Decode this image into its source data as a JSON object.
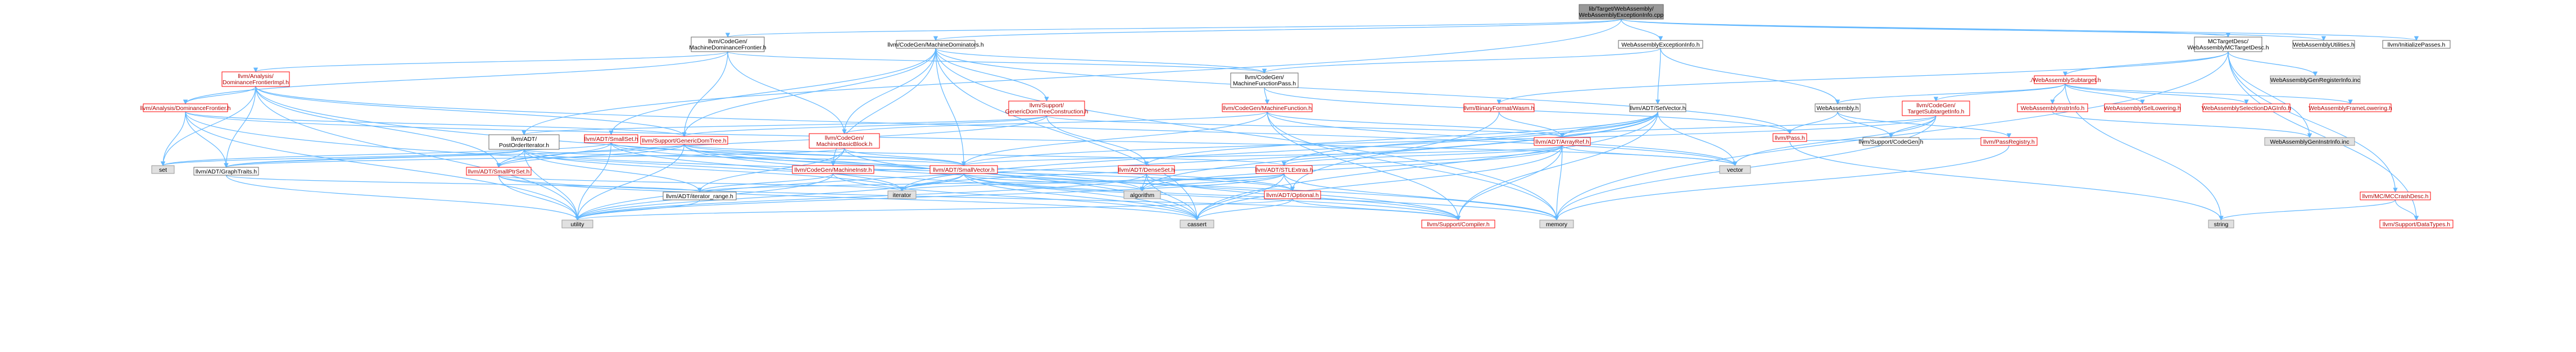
{
  "root": "lib/Target/WebAssembly/WebAssemblyExceptionInfo.cpp",
  "nodes": [
    {
      "id": "root",
      "label": "lib/Target/WebAssembly/WebAssemblyExceptionInfo.cpp",
      "kind": "root"
    },
    {
      "id": "cgmdf",
      "label": "llvm/CodeGen/MachineDominanceFrontier.h",
      "kind": "black"
    },
    {
      "id": "cgmdom",
      "label": "llvm/CodeGen/MachineDominators.h",
      "kind": "black"
    },
    {
      "id": "waei",
      "label": "WebAssemblyExceptionInfo.h",
      "kind": "black"
    },
    {
      "id": "mctd",
      "label": "MCTargetDesc/WebAssemblyMCTargetDesc.h",
      "kind": "black"
    },
    {
      "id": "wautil",
      "label": "WebAssemblyUtilities.h",
      "kind": "black"
    },
    {
      "id": "initp",
      "label": "llvm/InitializePasses.h",
      "kind": "black"
    },
    {
      "id": "adfimpl",
      "label": "llvm/Analysis/DominanceFrontierImpl.h",
      "kind": "red"
    },
    {
      "id": "cgmfp",
      "label": "llvm/CodeGen/MachineFunctionPass.h",
      "kind": "black"
    },
    {
      "id": "wasub",
      "label": "./WebAssemblySubtarget.h",
      "kind": "red"
    },
    {
      "id": "wagenreg",
      "label": "WebAssemblyGenRegisterInfo.inc",
      "kind": "gray"
    },
    {
      "id": "adf",
      "label": "llvm/Analysis/DominanceFrontier.h",
      "kind": "red"
    },
    {
      "id": "gdtc",
      "label": "llvm/Support/GenericDomTreeConstruction.h",
      "kind": "red"
    },
    {
      "id": "cgmf",
      "label": "llvm/CodeGen/MachineFunction.h",
      "kind": "red"
    },
    {
      "id": "wasm",
      "label": "llvm/BinaryFormat/Wasm.h",
      "kind": "red"
    },
    {
      "id": "setvec",
      "label": "llvm/ADT/SetVector.h",
      "kind": "black"
    },
    {
      "id": "wa",
      "label": "WebAssembly.h",
      "kind": "black"
    },
    {
      "id": "cgtsi",
      "label": "llvm/CodeGen/TargetSubtargetInfo.h",
      "kind": "red"
    },
    {
      "id": "wainstr",
      "label": "WebAssemblyInstrInfo.h",
      "kind": "red"
    },
    {
      "id": "waisel",
      "label": "WebAssemblyISelLowering.h",
      "kind": "red"
    },
    {
      "id": "waseldag",
      "label": "WebAssemblySelectionDAGInfo.h",
      "kind": "red"
    },
    {
      "id": "waframe",
      "label": "WebAssemblyFrameLowering.h",
      "kind": "red"
    },
    {
      "id": "po",
      "label": "llvm/ADT/PostOrderIterator.h",
      "kind": "black"
    },
    {
      "id": "smallset",
      "label": "llvm/ADT/SmallSet.h",
      "kind": "red"
    },
    {
      "id": "gdt",
      "label": "llvm/Support/GenericDomTree.h",
      "kind": "red"
    },
    {
      "id": "cgmbb",
      "label": "llvm/CodeGen/MachineBasicBlock.h",
      "kind": "red"
    },
    {
      "id": "arrayref",
      "label": "llvm/ADT/ArrayRef.h",
      "kind": "red"
    },
    {
      "id": "pass",
      "label": "llvm/Pass.h",
      "kind": "red"
    },
    {
      "id": "supcg",
      "label": "llvm/Support/CodeGen.h",
      "kind": "black"
    },
    {
      "id": "passreg",
      "label": "llvm/PassRegistry.h",
      "kind": "red"
    },
    {
      "id": "wagenins",
      "label": "WebAssemblyGenInstrInfo.inc",
      "kind": "gray"
    },
    {
      "id": "set",
      "label": "set",
      "kind": "gray"
    },
    {
      "id": "graphtraits",
      "label": "llvm/ADT/GraphTraits.h",
      "kind": "black"
    },
    {
      "id": "smallptrset",
      "label": "llvm/ADT/SmallPtrSet.h",
      "kind": "red"
    },
    {
      "id": "cgmi",
      "label": "llvm/CodeGen/MachineInstr.h",
      "kind": "red"
    },
    {
      "id": "smallvec",
      "label": "llvm/ADT/SmallVector.h",
      "kind": "red"
    },
    {
      "id": "denseset",
      "label": "llvm/ADT/DenseSet.h",
      "kind": "red"
    },
    {
      "id": "stlextras",
      "label": "llvm/ADT/STLExtras.h",
      "kind": "red"
    },
    {
      "id": "vector",
      "label": "vector",
      "kind": "gray"
    },
    {
      "id": "iterator",
      "label": "iterator",
      "kind": "gray"
    },
    {
      "id": "algorithm",
      "label": "algorithm",
      "kind": "gray"
    },
    {
      "id": "iterrange",
      "label": "llvm/ADT/iterator_range.h",
      "kind": "black"
    },
    {
      "id": "optional",
      "label": "llvm/ADT/Optional.h",
      "kind": "red"
    },
    {
      "id": "mccrash",
      "label": "llvm/MC/MCCrashDesc.h",
      "kind": "red"
    },
    {
      "id": "utility",
      "label": "utility",
      "kind": "gray"
    },
    {
      "id": "cassert",
      "label": "cassert",
      "kind": "gray"
    },
    {
      "id": "compiler",
      "label": "llvm/Support/Compiler.h",
      "kind": "red"
    },
    {
      "id": "memory",
      "label": "memory",
      "kind": "gray"
    },
    {
      "id": "string",
      "label": "string",
      "kind": "gray"
    },
    {
      "id": "datatypes",
      "label": "llvm/Support/DataTypes.h",
      "kind": "red"
    }
  ],
  "edges": [
    [
      "root",
      "cgmdf"
    ],
    [
      "root",
      "cgmdom"
    ],
    [
      "root",
      "waei"
    ],
    [
      "root",
      "mctd"
    ],
    [
      "root",
      "wautil"
    ],
    [
      "root",
      "initp"
    ],
    [
      "root",
      "po"
    ],
    [
      "cgmdf",
      "adfimpl"
    ],
    [
      "cgmdf",
      "adf"
    ],
    [
      "cgmdf",
      "gdt"
    ],
    [
      "cgmdf",
      "cgmbb"
    ],
    [
      "cgmdf",
      "cgmfp"
    ],
    [
      "cgmdom",
      "cgmfp"
    ],
    [
      "cgmdom",
      "gdtc"
    ],
    [
      "cgmdom",
      "cgmbb"
    ],
    [
      "cgmdom",
      "smallset"
    ],
    [
      "cgmdom",
      "gdt"
    ],
    [
      "cgmdom",
      "smallvec"
    ],
    [
      "cgmdom",
      "cgmi"
    ],
    [
      "cgmdom",
      "cassert"
    ],
    [
      "cgmdom",
      "memory"
    ],
    [
      "cgmdom",
      "pass"
    ],
    [
      "waei",
      "cgmfp"
    ],
    [
      "waei",
      "setvec"
    ],
    [
      "waei",
      "wa"
    ],
    [
      "mctd",
      "wasub"
    ],
    [
      "mctd",
      "wagenreg"
    ],
    [
      "mctd",
      "wagenins"
    ],
    [
      "mctd",
      "wasm"
    ],
    [
      "mctd",
      "mccrash"
    ],
    [
      "mctd",
      "datatypes"
    ],
    [
      "mctd",
      "memory"
    ],
    [
      "adfimpl",
      "adf"
    ],
    [
      "adfimpl",
      "set"
    ],
    [
      "adfimpl",
      "graphtraits"
    ],
    [
      "adfimpl",
      "smallptrset"
    ],
    [
      "adfimpl",
      "gdt"
    ],
    [
      "adfimpl",
      "utility"
    ],
    [
      "adfimpl",
      "cassert"
    ],
    [
      "adfimpl",
      "vector"
    ],
    [
      "adf",
      "graphtraits"
    ],
    [
      "adf",
      "set"
    ],
    [
      "adf",
      "gdt"
    ],
    [
      "adf",
      "cassert"
    ],
    [
      "adf",
      "utility"
    ],
    [
      "adf",
      "vector"
    ],
    [
      "cgmfp",
      "cgmf"
    ],
    [
      "cgmfp",
      "pass"
    ],
    [
      "wasub",
      "cgtsi"
    ],
    [
      "wasub",
      "wainstr"
    ],
    [
      "wasub",
      "waisel"
    ],
    [
      "wasub",
      "waseldag"
    ],
    [
      "wasub",
      "waframe"
    ],
    [
      "wasub",
      "string"
    ],
    [
      "wasub",
      "wa"
    ],
    [
      "gdtc",
      "gdt"
    ],
    [
      "gdtc",
      "denseset"
    ],
    [
      "gdtc",
      "smallptrset"
    ],
    [
      "gdtc",
      "po"
    ],
    [
      "gdtc",
      "arrayref"
    ],
    [
      "cgmf",
      "arrayref"
    ],
    [
      "cgmf",
      "cgmbb"
    ],
    [
      "cgmf",
      "smallvec"
    ],
    [
      "cgmf",
      "compiler"
    ],
    [
      "cgmf",
      "memory"
    ],
    [
      "cgmf",
      "vector"
    ],
    [
      "wasm",
      "arrayref"
    ],
    [
      "wasm",
      "optional"
    ],
    [
      "setvec",
      "arrayref"
    ],
    [
      "setvec",
      "denseset"
    ],
    [
      "setvec",
      "stlextras"
    ],
    [
      "setvec",
      "compiler"
    ],
    [
      "setvec",
      "vector"
    ],
    [
      "setvec",
      "algorithm"
    ],
    [
      "setvec",
      "cassert"
    ],
    [
      "setvec",
      "iterator"
    ],
    [
      "setvec",
      "utility"
    ],
    [
      "wa",
      "supcg"
    ],
    [
      "wa",
      "passreg"
    ],
    [
      "wa",
      "pass"
    ],
    [
      "cgtsi",
      "arrayref"
    ],
    [
      "cgtsi",
      "smallvec"
    ],
    [
      "cgtsi",
      "supcg"
    ],
    [
      "cgtsi",
      "memory"
    ],
    [
      "cgtsi",
      "vector"
    ],
    [
      "wainstr",
      "wagenins"
    ],
    [
      "po",
      "graphtraits"
    ],
    [
      "po",
      "smallptrset"
    ],
    [
      "po",
      "smallvec"
    ],
    [
      "po",
      "iterrange"
    ],
    [
      "po",
      "iterator"
    ],
    [
      "po",
      "set"
    ],
    [
      "po",
      "utility"
    ],
    [
      "po",
      "optional"
    ],
    [
      "smallset",
      "smallptrset"
    ],
    [
      "smallset",
      "smallvec"
    ],
    [
      "smallset",
      "set"
    ],
    [
      "smallset",
      "iterator"
    ],
    [
      "smallset",
      "utility"
    ],
    [
      "smallset",
      "optional"
    ],
    [
      "gdt",
      "graphtraits"
    ],
    [
      "gdt",
      "smallptrset"
    ],
    [
      "gdt",
      "smallvec"
    ],
    [
      "gdt",
      "stlextras"
    ],
    [
      "gdt",
      "utility"
    ],
    [
      "gdt",
      "memory"
    ],
    [
      "gdt",
      "algorithm"
    ],
    [
      "cgmbb",
      "graphtraits"
    ],
    [
      "cgmbb",
      "cgmi"
    ],
    [
      "cgmbb",
      "iterrange"
    ],
    [
      "cgmbb",
      "smallvec"
    ],
    [
      "cgmbb",
      "compiler"
    ],
    [
      "arrayref",
      "smallvec"
    ],
    [
      "arrayref",
      "stlextras"
    ],
    [
      "arrayref",
      "compiler"
    ],
    [
      "arrayref",
      "vector"
    ],
    [
      "arrayref",
      "iterator"
    ],
    [
      "arrayref",
      "algorithm"
    ],
    [
      "arrayref",
      "memory"
    ],
    [
      "arrayref",
      "cassert"
    ],
    [
      "pass",
      "passreg"
    ],
    [
      "pass",
      "string"
    ],
    [
      "passreg",
      "memory"
    ],
    [
      "graphtraits",
      "iterrange"
    ],
    [
      "graphtraits",
      "utility"
    ],
    [
      "smallptrset",
      "compiler"
    ],
    [
      "smallptrset",
      "cassert"
    ],
    [
      "smallptrset",
      "utility"
    ],
    [
      "smallptrset",
      "iterator"
    ],
    [
      "cgmi",
      "smallvec"
    ],
    [
      "cgmi",
      "iterrange"
    ],
    [
      "cgmi",
      "cassert"
    ],
    [
      "cgmi",
      "utility"
    ],
    [
      "smallvec",
      "compiler"
    ],
    [
      "smallvec",
      "algorithm"
    ],
    [
      "smallvec",
      "cassert"
    ],
    [
      "smallvec",
      "iterator"
    ],
    [
      "smallvec",
      "memory"
    ],
    [
      "smallvec",
      "utility"
    ],
    [
      "denseset",
      "compiler"
    ],
    [
      "denseset",
      "cassert"
    ],
    [
      "denseset",
      "utility"
    ],
    [
      "denseset",
      "algorithm"
    ],
    [
      "stlextras",
      "optional"
    ],
    [
      "stlextras",
      "iterrange"
    ],
    [
      "stlextras",
      "algorithm"
    ],
    [
      "stlextras",
      "iterator"
    ],
    [
      "stlextras",
      "cassert"
    ],
    [
      "stlextras",
      "memory"
    ],
    [
      "stlextras",
      "utility"
    ],
    [
      "iterrange",
      "utility"
    ],
    [
      "optional",
      "compiler"
    ],
    [
      "optional",
      "utility"
    ],
    [
      "optional",
      "cassert"
    ],
    [
      "mccrash",
      "datatypes"
    ],
    [
      "mccrash",
      "string"
    ]
  ]
}
